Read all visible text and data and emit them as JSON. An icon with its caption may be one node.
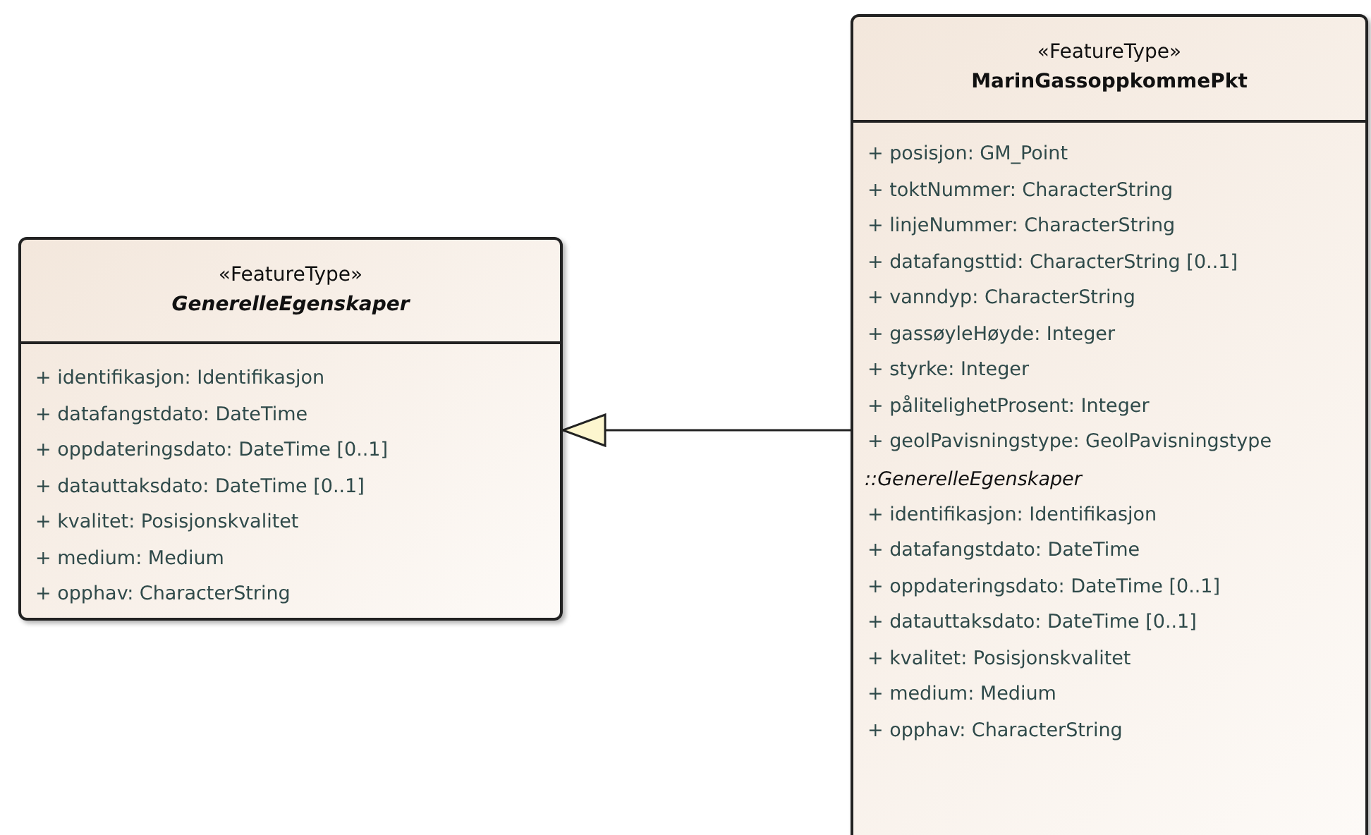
{
  "diagram": {
    "nodes": [
      {
        "text": [
          "«FeatureType»",
          "GenerelleEgenskaper",
          "+ identifikasjon: Identifikasjon",
          "+ datafangstdato: DateTime",
          "+ oppdateringsdato: DateTime [0..1]",
          "+ datauttaksdato: DateTime [0..1]",
          "+ kvalitet: Posisjonskvalitet",
          "+ medium: Medium",
          "+ opphav: CharacterString"
        ]
      },
      {
        "text": [
          "«FeatureType»",
          "MarinGassoppkommePkt",
          "+ posisjon: GM_Point",
          "+ toktNummer: CharacterString",
          "+ linjeNummer: CharacterString",
          "+ datafangsttid: CharacterString [0..1]",
          "+ vanndyp: CharacterString",
          "+ gassøyleHøyde: Integer",
          "+ styrke: Integer",
          "+ pålitelighetProsent: Integer",
          "+ geolPavisningstype: GeolPavisningstype",
          "::GenerelleEgenskaper",
          "+ identifikasjon: Identifikasjon",
          "+ datafangstdato: DateTime",
          "+ oppdateringsdato: DateTime [0..1]",
          "+ datauttaksdato: DateTime [0..1]",
          "+ kvalitet: Posisjonskvalitet",
          "+ medium: Medium",
          "+ opphav: CharacterString"
        ]
      }
    ],
    "edges": [
      {
        "from": 1,
        "to": 0,
        "arrow": "to"
      }
    ]
  }
}
